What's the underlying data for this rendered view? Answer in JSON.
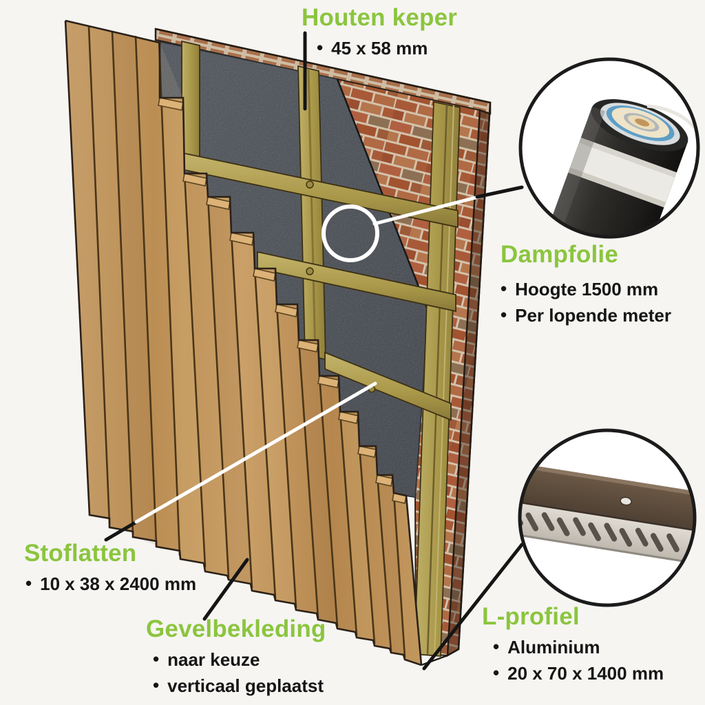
{
  "page": {
    "background_color": "#f6f5f2",
    "accent_green": "#8BC53E",
    "text_color": "#161616",
    "leader_line_color": "#151515"
  },
  "ui": {
    "bullet_char": "•"
  },
  "labels": {
    "houten_keper": {
      "title": "Houten keper",
      "bullets": [
        "45 x 58 mm"
      ]
    },
    "dampfolie": {
      "title": "Dampfolie",
      "bullets": [
        "Hoogte 1500 mm",
        "Per lopende meter"
      ]
    },
    "stoflatten": {
      "title": "Stoflatten",
      "bullets": [
        "10 x 38 x 2400 mm"
      ]
    },
    "gevelbekleding": {
      "title": "Gevelbekleding",
      "bullets": [
        "naar keuze",
        "verticaal geplaatst"
      ]
    },
    "l_profiel": {
      "title": "L-profiel",
      "bullets": [
        "Aluminium",
        "20 x 70 x 1400 mm"
      ]
    }
  },
  "figures": {
    "main": "cutaway illustration of timber facade wall: brick wall, vapour foil, battens, vertical wood cladding",
    "inset_top": "photo detail: roll of black vapour foil (dampfolie)",
    "inset_bottom": "photo detail: perforated aluminium L-profile"
  },
  "illustration_colors": {
    "foil": "#3f444b",
    "cladding_wood": "#c49a62",
    "batten_wood": "#ac9b55",
    "brick": "#a85a38",
    "mortar": "#d3c2ab"
  }
}
